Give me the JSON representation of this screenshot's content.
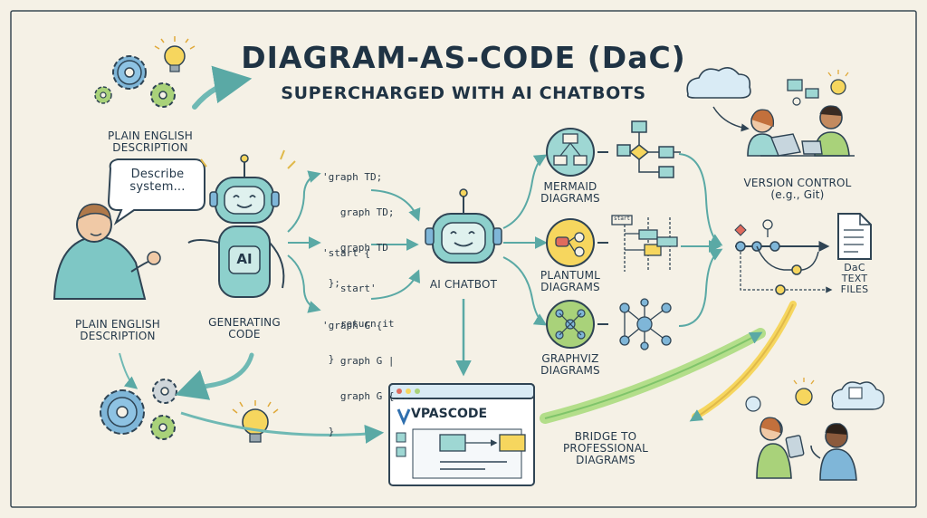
{
  "title": "DIAGRAM-AS-CODE (DaC)",
  "subtitle": "SUPERCHARGED WITH AI CHATBOTS",
  "input": {
    "label_top": [
      "PLAIN ENGLISH",
      "DESCRIPTION"
    ],
    "speech_bubble": [
      "Describe",
      "system..."
    ],
    "label_bottom": [
      "PLAIN ENGLISH",
      "DESCRIPTION"
    ]
  },
  "generator": {
    "badge": "AI",
    "label": [
      "GENERATING",
      "CODE"
    ]
  },
  "code_snippets": [
    [
      "'graph TD;",
      "   graph TD;",
      "   graph TD",
      " };"
    ],
    [
      "'start {",
      "   start'",
      "   return it",
      " }"
    ],
    [
      "'graph G {",
      "   graph G |",
      "   graph G {...",
      " }"
    ]
  ],
  "chatbot": {
    "label": "AI CHATBOT"
  },
  "outputs": [
    {
      "label": [
        "MERMAID",
        "DIAGRAMS"
      ]
    },
    {
      "label": [
        "PLANTUML",
        "DIAGRAMS"
      ],
      "tag": "start"
    },
    {
      "label": [
        "GRAPHVIZ",
        "DIAGRAMS"
      ]
    }
  ],
  "version_control": {
    "label": [
      "VERSION CONTROL",
      "(e.g., Git)"
    ],
    "files_label": [
      "DaC",
      "TEXT",
      "FILES"
    ]
  },
  "editor": {
    "brand": "VPASCODE"
  },
  "bridge": {
    "label": [
      "BRIDGE TO",
      "PROFESSIONAL",
      "DIAGRAMS"
    ]
  },
  "colors": {
    "background": "#f5f1e6",
    "ink": "#24384a",
    "teal": "#5fb3b3",
    "arrow": "#6fb9b4",
    "yellow": "#f2cf57",
    "green": "#9ccc65",
    "skin": "#f0c9a6"
  }
}
